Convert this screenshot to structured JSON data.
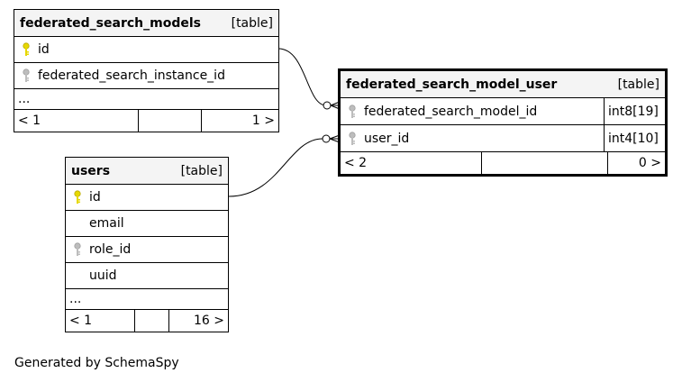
{
  "diagram": {
    "caption": "Generated by SchemaSpy",
    "colors": {
      "primary_key_icon": "#e6d800",
      "foreign_key_icon": "#9e9e9e",
      "header_bg": "#f4f4f4"
    },
    "tables": {
      "federated_search_models": {
        "name": "federated_search_models",
        "kind": "[table]",
        "columns": [
          {
            "name": "id",
            "icon": "primary-key-icon"
          },
          {
            "name": "federated_search_instance_id",
            "icon": "foreign-key-icon"
          }
        ],
        "ellipsis": "...",
        "footer": {
          "left": "< 1",
          "middle": "",
          "right": "1 >"
        }
      },
      "users": {
        "name": "users",
        "kind": "[table]",
        "columns": [
          {
            "name": "id",
            "icon": "primary-key-icon"
          },
          {
            "name": "email",
            "icon": ""
          },
          {
            "name": "role_id",
            "icon": "foreign-key-icon"
          },
          {
            "name": "uuid",
            "icon": ""
          }
        ],
        "ellipsis": "...",
        "footer": {
          "left": "< 1",
          "middle": "",
          "right": "16 >"
        }
      },
      "federated_search_model_user": {
        "name": "federated_search_model_user",
        "kind": "[table]",
        "columns": [
          {
            "name": "federated_search_model_id",
            "icon": "foreign-key-icon",
            "type": "int8[19]"
          },
          {
            "name": "user_id",
            "icon": "foreign-key-icon",
            "type": "int4[10]"
          }
        ],
        "footer": {
          "left": "< 2",
          "middle": "",
          "right": "0 >"
        }
      }
    }
  }
}
